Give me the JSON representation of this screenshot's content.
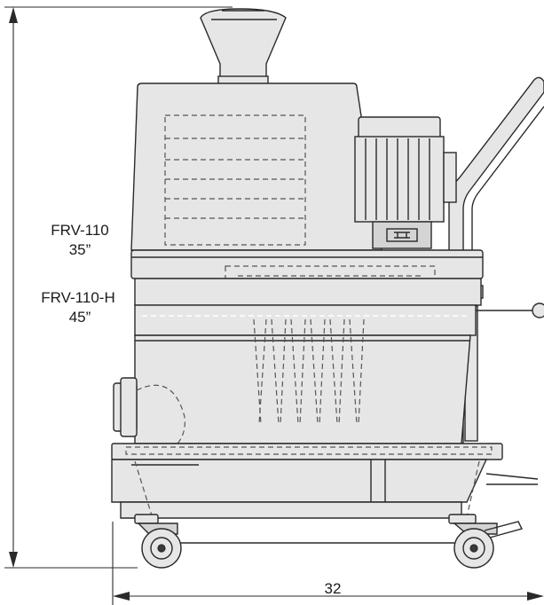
{
  "labels": {
    "model_standard": "FRV-110",
    "height_standard": "35”",
    "model_high": "FRV-110-H",
    "height_high": "45”",
    "width": "32"
  }
}
